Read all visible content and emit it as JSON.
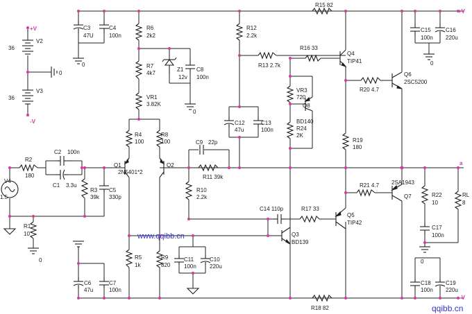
{
  "rails": {
    "vplus": "+V",
    "vminus": "-V",
    "out_node": "a",
    "zero": "0"
  },
  "watermark": {
    "center": "www.qqibb.cn",
    "corner": "qqibb.cn"
  },
  "labels": [
    {
      "id": "R15",
      "text": "R15 82"
    },
    {
      "id": "C3",
      "text": "C3"
    },
    {
      "id": "C3v",
      "text": "47U"
    },
    {
      "id": "C4",
      "text": "C4"
    },
    {
      "id": "C4v",
      "text": "100n"
    },
    {
      "id": "R6",
      "text": "R6"
    },
    {
      "id": "R6v",
      "text": "2k2"
    },
    {
      "id": "R12",
      "text": "R12"
    },
    {
      "id": "R12v",
      "text": "2.2k"
    },
    {
      "id": "C15",
      "text": "C15"
    },
    {
      "id": "C15v",
      "text": "100n"
    },
    {
      "id": "C16",
      "text": "C16"
    },
    {
      "id": "C16v",
      "text": "220u"
    },
    {
      "id": "V2",
      "text": "V2"
    },
    {
      "id": "V2v",
      "text": "36"
    },
    {
      "id": "V3",
      "text": "V3"
    },
    {
      "id": "V3v",
      "text": "36"
    },
    {
      "id": "R16",
      "text": "R16 33"
    },
    {
      "id": "Q4",
      "text": "Q4"
    },
    {
      "id": "Q4v",
      "text": "TIP41"
    },
    {
      "id": "R7",
      "text": "R7"
    },
    {
      "id": "R7v",
      "text": "4k7"
    },
    {
      "id": "Z1",
      "text": "Z1"
    },
    {
      "id": "Z1v",
      "text": "12v"
    },
    {
      "id": "C8",
      "text": "C8"
    },
    {
      "id": "C8v",
      "text": "100n"
    },
    {
      "id": "R13",
      "text": "R13 2.7k"
    },
    {
      "id": "Q6",
      "text": "Q6"
    },
    {
      "id": "Q6v",
      "text": "2SC5200"
    },
    {
      "id": "R20",
      "text": "R20 4.7"
    },
    {
      "id": "VR1",
      "text": "VR1"
    },
    {
      "id": "VR1v",
      "text": "3.82K"
    },
    {
      "id": "VR3",
      "text": "VR3"
    },
    {
      "id": "VR3v",
      "text": "720"
    },
    {
      "id": "Q8",
      "text": "Q8"
    },
    {
      "id": "Q8v",
      "text": "BD140"
    },
    {
      "id": "R24",
      "text": "R24"
    },
    {
      "id": "R24v",
      "text": "2K"
    },
    {
      "id": "C12",
      "text": "C12"
    },
    {
      "id": "C12v",
      "text": "47u"
    },
    {
      "id": "C13",
      "text": "C13"
    },
    {
      "id": "C13v",
      "text": "100n"
    },
    {
      "id": "R4",
      "text": "R4"
    },
    {
      "id": "R4v",
      "text": "100"
    },
    {
      "id": "R8",
      "text": "R8"
    },
    {
      "id": "R8v",
      "text": "100"
    },
    {
      "id": "C9",
      "text": "C9"
    },
    {
      "id": "C9v",
      "text": "22p"
    },
    {
      "id": "R19",
      "text": "R19"
    },
    {
      "id": "R19v",
      "text": "180"
    },
    {
      "id": "C2",
      "text": "C2"
    },
    {
      "id": "C2v",
      "text": "100n"
    },
    {
      "id": "R2",
      "text": "R2"
    },
    {
      "id": "R2v",
      "text": "180"
    },
    {
      "id": "Q1",
      "text": "Q1"
    },
    {
      "id": "Q2",
      "text": "Q2"
    },
    {
      "id": "Q12v",
      "text": "2N5401*2"
    },
    {
      "id": "R11",
      "text": "R11 39k"
    },
    {
      "id": "V4",
      "text": "V4"
    },
    {
      "id": "V4v",
      "text": "1.5"
    },
    {
      "id": "C1",
      "text": "C1"
    },
    {
      "id": "C1v",
      "text": "3.3u"
    },
    {
      "id": "R3",
      "text": "R3"
    },
    {
      "id": "R3v",
      "text": "39k"
    },
    {
      "id": "C5",
      "text": "C5"
    },
    {
      "id": "C5v",
      "text": "330p"
    },
    {
      "id": "R10",
      "text": "R10"
    },
    {
      "id": "R10v",
      "text": "2.2k"
    },
    {
      "id": "R21",
      "text": "R21 4.7"
    },
    {
      "id": "Q7",
      "text": "Q7"
    },
    {
      "id": "Q7v",
      "text": "2SA1943"
    },
    {
      "id": "R22",
      "text": "R22"
    },
    {
      "id": "R22v",
      "text": "10"
    },
    {
      "id": "RL",
      "text": "RL"
    },
    {
      "id": "RLv",
      "text": "8"
    },
    {
      "id": "R1",
      "text": "R1"
    },
    {
      "id": "R1v",
      "text": "10"
    },
    {
      "id": "C14",
      "text": "C14 110p"
    },
    {
      "id": "R17",
      "text": "R17 33"
    },
    {
      "id": "Q5",
      "text": "Q5"
    },
    {
      "id": "Q5v",
      "text": "TIP42"
    },
    {
      "id": "C17",
      "text": "C17"
    },
    {
      "id": "C17v",
      "text": "100n"
    },
    {
      "id": "Q3",
      "text": "Q3"
    },
    {
      "id": "Q3v",
      "text": "BD139"
    },
    {
      "id": "C10",
      "text": "C10"
    },
    {
      "id": "C10v",
      "text": "220u"
    },
    {
      "id": "C11",
      "text": "C11"
    },
    {
      "id": "C11v",
      "text": "100n"
    },
    {
      "id": "R5",
      "text": "R5"
    },
    {
      "id": "R5v",
      "text": "1k"
    },
    {
      "id": "R9",
      "text": "R9"
    },
    {
      "id": "R9v",
      "text": "820"
    },
    {
      "id": "C6",
      "text": "C6"
    },
    {
      "id": "C6v",
      "text": "47u"
    },
    {
      "id": "C7",
      "text": "C7"
    },
    {
      "id": "C7v",
      "text": "100n"
    },
    {
      "id": "C18",
      "text": "C18"
    },
    {
      "id": "C18v",
      "text": "100n"
    },
    {
      "id": "C19",
      "text": "C19"
    },
    {
      "id": "C19v",
      "text": "220u"
    },
    {
      "id": "R18",
      "text": "R18 82"
    }
  ]
}
